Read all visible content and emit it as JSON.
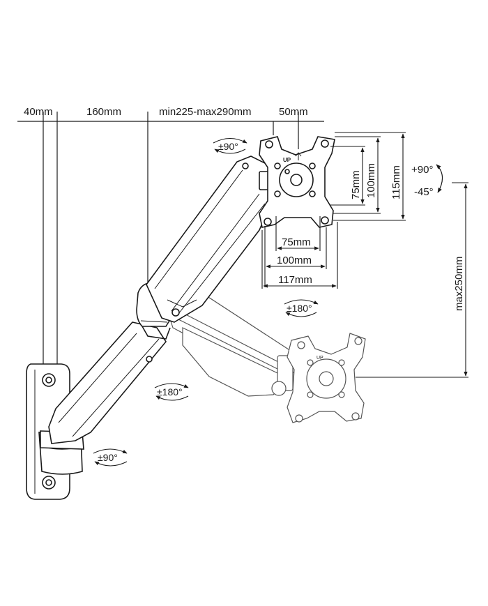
{
  "top_dimensions": {
    "wall_plate_depth": "40mm",
    "first_arm_length": "160mm",
    "second_arm_length": "min225-max290mm",
    "head_offset": "50mm"
  },
  "vesa": {
    "horizontal_75": "75mm",
    "horizontal_100": "100mm",
    "horizontal_117": "117mm",
    "vertical_75": "75mm",
    "vertical_100": "100mm",
    "vertical_115": "115mm",
    "up_label": "UP"
  },
  "rotations": {
    "head_swivel": "±90°",
    "head_rotation": "±180°",
    "elbow_rotation": "±180°",
    "base_swivel": "±90°"
  },
  "tilt": {
    "up": "+90°",
    "down": "-45°"
  },
  "height_adjustment": "max250mm",
  "colors": {
    "line": "#1a1a1a",
    "ghost_line": "#555555",
    "background": "#ffffff"
  }
}
